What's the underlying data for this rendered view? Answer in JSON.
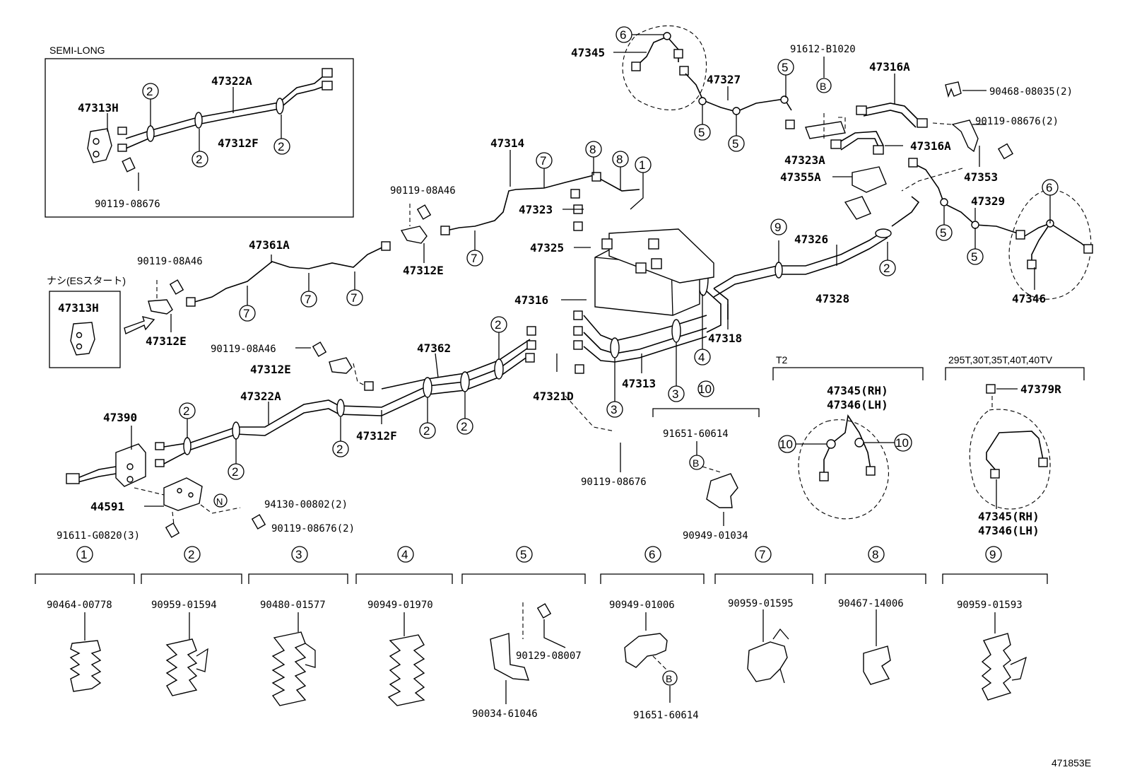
{
  "header_semi_long": "SEMI-LONG",
  "header_nashi": "ナシ(ESスタート)",
  "header_t2": "T2",
  "header_engines": "295T,30T,35T,40T,40TV",
  "image_code": "471853E",
  "parts": {
    "p47345_top": "47345",
    "p47327": "47327",
    "p91612_b1020": "91612-B1020",
    "p47316a_top": "47316A",
    "p90468_08035": "90468-08035(2)",
    "p90119_08676_2_top": "90119-08676(2)",
    "p47316a_mid": "47316A",
    "p47323a": "47323A",
    "p47355a": "47355A",
    "p47353": "47353",
    "p47329": "47329",
    "p47346_right": "47346",
    "p47322a_box": "47322A",
    "p47313h_box": "47313H",
    "p47312f_box": "47312F",
    "p90119_08676_box": "90119-08676",
    "p47314": "47314",
    "p47323": "47323",
    "p47325": "47325",
    "p90119_08a46_a": "90119-08A46",
    "p47312e_a": "47312E",
    "p47361a": "47361A",
    "p90119_08a46_b": "90119-08A46",
    "p47313h_nashi": "47313H",
    "p47312e_b": "47312E",
    "p47326": "47326",
    "p47328": "47328",
    "p47316": "47316",
    "p47318": "47318",
    "p90119_08a46_c": "90119-08A46",
    "p47312e_c": "47312E",
    "p47362": "47362",
    "p47313": "47313",
    "p47321d": "47321D",
    "p47322a_main": "47322A",
    "p47312f_main": "47312F",
    "p47390": "47390",
    "p44591": "44591",
    "p94130_00802": "94130-00802(2)",
    "p91611_g0820": "91611-G0820(3)",
    "p90119_08676_2_bot": "90119-08676(2)",
    "p90119_08676_mid": "90119-08676",
    "p91651_60614_mid": "91651-60614",
    "p90949_01034": "90949-01034",
    "p47345_rh_t2": "47345(RH)",
    "p47346_lh_t2": "47346(LH)",
    "p47379r": "47379R",
    "p47345_rh_eng": "47345(RH)",
    "p47346_lh_eng": "47346(LH)",
    "p90464_00778": "90464-00778",
    "p90959_01594": "90959-01594",
    "p90480_01577": "90480-01577",
    "p90949_01970": "90949-01970",
    "p90129_08007": "90129-08007",
    "p90034_61046": "90034-61046",
    "p90949_01006": "90949-01006",
    "p91651_60614_bot": "91651-60614",
    "p90959_01595": "90959-01595",
    "p90467_14006": "90467-14006",
    "p90959_01593": "90959-01593"
  },
  "refs": {
    "n1": "1",
    "n2": "2",
    "n3": "3",
    "n4": "4",
    "n5": "5",
    "n6": "6",
    "n7": "7",
    "n8": "8",
    "n9": "9",
    "n10": "10",
    "b": "B",
    "n": "N"
  }
}
